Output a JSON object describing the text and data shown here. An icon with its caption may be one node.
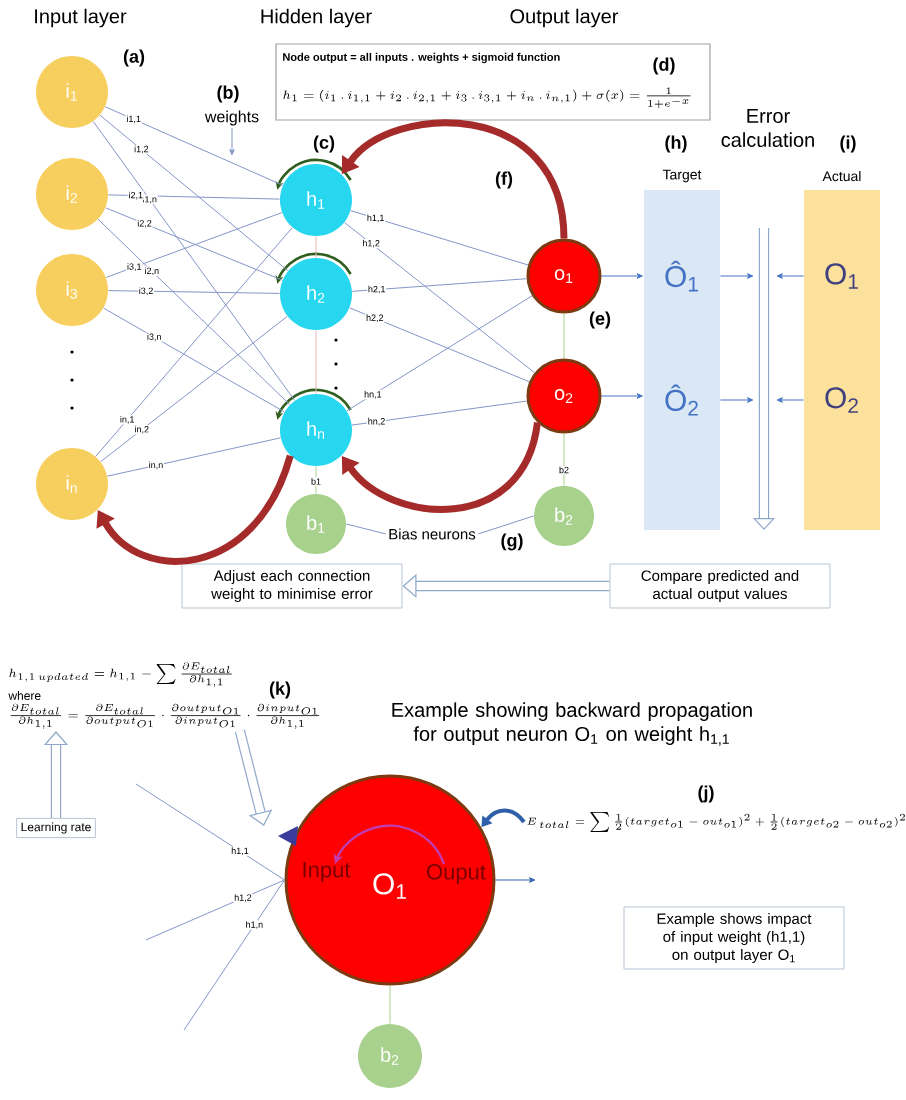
{
  "diagram": {
    "nodes": [
      {
        "text": [
          "i$_{1}$"
        ]
      },
      {
        "text": [
          "i$_{2}$"
        ]
      },
      {
        "text": [
          "i$_{3}$"
        ]
      },
      {
        "text": [
          "i$_{n}$"
        ]
      },
      {
        "text": [
          "h$_{1}$"
        ]
      },
      {
        "text": [
          "h$_{2}$"
        ]
      },
      {
        "text": [
          "h$_{n}$"
        ]
      },
      {
        "text": [
          "b$_{1}$"
        ]
      },
      {
        "text": [
          "o$_{1}$"
        ]
      },
      {
        "text": [
          "o$_{2}$"
        ]
      },
      {
        "text": [
          "b$_{2}$"
        ]
      },
      {
        "text": [
          "Target",
          "Ô$_{1}$",
          "Ô$_{2}$"
        ]
      },
      {
        "text": [
          "Actual",
          "O$_{1}$",
          "O$_{2}$"
        ]
      },
      {
        "text": [
          "Node output = all inputs . weights + sigmoid function",
          "h_1 = (i_1\\,.\\,i_{1,1} + i_2\\,.\\,i_{2,1} + i_3\\,.\\,i_{3,1} + i_n\\,.\\,i_{n,1}) + \\sigma(x) = \\frac{1}{1+e^{-x}}"
        ]
      },
      {
        "text": [
          "Adjust each connection weight to minimise error"
        ]
      },
      {
        "text": [
          "Compare predicted and actual output values"
        ]
      },
      {
        "text": [
          "Learning rate"
        ]
      },
      {
        "text": [
          "Input",
          "O$_{1}$",
          "Ouput"
        ]
      },
      {
        "text": [
          "b$_{2}$"
        ]
      },
      {
        "text": [
          "Example shows impact of input weight (h1,1) on output layer O$_{1}$"
        ]
      },
      {
        "text": [
          "Bias neurons"
        ]
      },
      {
        "text": [
          "E_{\\,total} = \\sum \\frac{1}{2}(target_{o1} - out_{o1})^2 + \\frac{1}{2}(target_{o2} - out_{o2})^2"
        ]
      },
      {
        "text": [
          "h_{1,1\\,updated} = h_{1,1} - \\sum \\frac{\\partial E_{total}}{\\partial h_{1,1}}",
          "where",
          "\\frac{\\partial E_{total}}{\\partial h_{1,1}} = \\frac{\\partial E_{total}}{\\partial output_{O1}} \\cdot \\frac{\\partial output_{O1}}{\\partial input_{O1}} \\cdot \\frac{\\partial input_{O1}}{\\partial h_{1,1}}"
        ]
      },
      {
        "text": [
          "weights"
        ]
      }
    ],
    "edges": [
      {
        "from": 0,
        "to": 4,
        "arrow": "none",
        "label": "i1,1"
      },
      {
        "from": 0,
        "to": 5,
        "arrow": "none",
        "label": "i1,2"
      },
      {
        "from": 0,
        "to": 6,
        "arrow": "none",
        "label": "i1,n"
      },
      {
        "from": 1,
        "to": 4,
        "arrow": "none",
        "label": "i2,1"
      },
      {
        "from": 1,
        "to": 5,
        "arrow": "none",
        "label": "i2,2"
      },
      {
        "from": 1,
        "to": 6,
        "arrow": "none",
        "label": "i2,n"
      },
      {
        "from": 2,
        "to": 4,
        "arrow": "none",
        "label": "i3,1"
      },
      {
        "from": 2,
        "to": 5,
        "arrow": "none",
        "label": "i3,2"
      },
      {
        "from": 2,
        "to": 6,
        "arrow": "none",
        "label": "i3,n"
      },
      {
        "from": 3,
        "to": 4,
        "arrow": "none",
        "label": "in,1"
      },
      {
        "from": 3,
        "to": 5,
        "arrow": "none",
        "label": "in,2"
      },
      {
        "from": 3,
        "to": 6,
        "arrow": "none",
        "label": "in,n"
      },
      {
        "from": 4,
        "to": 8,
        "arrow": "none",
        "label": "h1,1"
      },
      {
        "from": 4,
        "to": 9,
        "arrow": "none",
        "label": "h1,2"
      },
      {
        "from": 5,
        "to": 8,
        "arrow": "none",
        "label": "h2,1"
      },
      {
        "from": 5,
        "to": 9,
        "arrow": "none",
        "label": "h2,2"
      },
      {
        "from": 6,
        "to": 8,
        "arrow": "none",
        "label": "hn,1"
      },
      {
        "from": 6,
        "to": 9,
        "arrow": "none",
        "label": "hn,2"
      },
      {
        "from": 7,
        "to": 6,
        "arrow": "none",
        "label": "b1",
        "color": "#a9d18e"
      },
      {
        "from": 10,
        "to": 9,
        "arrow": "none",
        "label": "b2",
        "color": "#a9d18e"
      },
      {
        "from": 8,
        "to": 9,
        "arrow": "none",
        "color": "#a9d18e"
      },
      {
        "from": 4,
        "to": 5,
        "arrow": "none",
        "color": "#e6b8b8"
      },
      {
        "from": 5,
        "to": 6,
        "arrow": "none",
        "color": "#e6b8b8"
      },
      {
        "from": 8,
        "to": 11,
        "arrow": "to",
        "color": "#4472c4"
      },
      {
        "from": 9,
        "to": 11,
        "arrow": "to",
        "color": "#4472c4"
      },
      {
        "from": 11,
        "to": null,
        "arrow": "to",
        "color": "#4472c4"
      },
      {
        "from": 11,
        "to": null,
        "arrow": "to",
        "color": "#4472c4"
      },
      {
        "from": 12,
        "to": null,
        "arrow": "to",
        "color": "#4472c4"
      },
      {
        "from": 12,
        "to": null,
        "arrow": "to",
        "color": "#4472c4"
      },
      {
        "from": 8,
        "to": 4,
        "arrow": "to",
        "style": "thick",
        "color": "#a52a2a"
      },
      {
        "from": 9,
        "to": 6,
        "arrow": "to",
        "style": "thick",
        "color": "#a52a2a"
      },
      {
        "from": 6,
        "to": 3,
        "arrow": "to",
        "style": "thick",
        "color": "#a52a2a"
      },
      {
        "from": 15,
        "to": 14,
        "arrow": "to",
        "style": "thick"
      },
      {
        "from": 20,
        "to": 7,
        "arrow": "none"
      },
      {
        "from": 20,
        "to": 10,
        "arrow": "none"
      },
      {
        "from": 23,
        "to": null,
        "arrow": "to"
      },
      {
        "from": null,
        "to": 17,
        "arrow": "none",
        "label": "h1,1"
      },
      {
        "from": null,
        "to": 17,
        "arrow": "none",
        "label": "h1,2"
      },
      {
        "from": null,
        "to": 17,
        "arrow": "none",
        "label": "h1,n"
      },
      {
        "from": 17,
        "to": null,
        "arrow": "to",
        "color": "#2e5fa8"
      },
      {
        "from": 18,
        "to": 17,
        "arrow": "none",
        "color": "#a9d18e"
      },
      {
        "from": 21,
        "to": 17,
        "arrow": "to",
        "style": "thick",
        "color": "#2e5fa8"
      },
      {
        "from": 16,
        "to": 22,
        "arrow": "to",
        "style": "thick"
      },
      {
        "from": 22,
        "to": null,
        "arrow": "to",
        "style": "thick"
      }
    ],
    "labels": [
      "Input layer",
      "Hidden layer",
      "Output layer",
      "(a)",
      "(b)",
      "(c)",
      "(d)",
      "Error calculation",
      "(h)",
      "(i)",
      "(f)",
      "(e)",
      "(g)",
      "(k)",
      "Example showing backward propagation for output neuron O$_{1}$ on weight h$_{1,1}$",
      "(j)"
    ]
  }
}
